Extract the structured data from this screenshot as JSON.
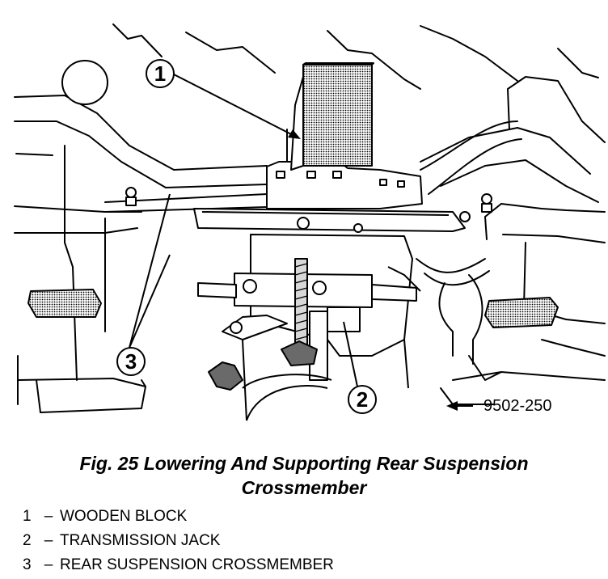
{
  "figure": {
    "reference_number": "9502-250",
    "callouts": [
      {
        "number": "1"
      },
      {
        "number": "2"
      },
      {
        "number": "3"
      }
    ]
  },
  "caption": {
    "line1": "Fig. 25 Lowering And Supporting Rear Suspension",
    "line2": "Crossmember"
  },
  "legend": [
    {
      "number": "1",
      "separator": "–",
      "label": "WOODEN BLOCK"
    },
    {
      "number": "2",
      "separator": "–",
      "label": "TRANSMISSION JACK"
    },
    {
      "number": "3",
      "separator": "–",
      "label": "REAR SUSPENSION CROSSMEMBER"
    }
  ],
  "colors": {
    "ink": "#000000",
    "paper": "#ffffff",
    "shade": "#9a9a9a"
  }
}
